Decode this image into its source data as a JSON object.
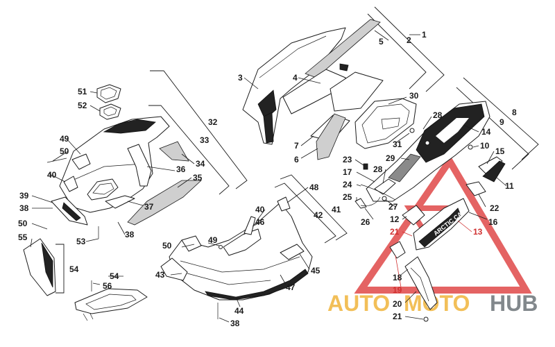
{
  "watermark": {
    "text_a": "AUTO",
    "text_b": "MOTO",
    "text_c": "HUB",
    "color_a": "#f0b43c",
    "color_b": "#f0b43c",
    "color_c": "#6d7478",
    "triangle_color": "#e04848"
  },
  "callouts": {
    "c1": "1",
    "c2": "2",
    "c3": "3",
    "c4": "4",
    "c5": "5",
    "c6": "6",
    "c7": "7",
    "c8": "8",
    "c9": "9",
    "c10": "10",
    "c11": "11",
    "c12": "12",
    "c13": "13",
    "c14": "14",
    "c15": "15",
    "c16": "16",
    "c17": "17",
    "c18": "18",
    "c19": "19",
    "c20": "20",
    "c21a": "21",
    "c21b": "21",
    "c22": "22",
    "c23": "23",
    "c24": "24",
    "c25": "25",
    "c26": "26",
    "c27": "27",
    "c28a": "28",
    "c28b": "28",
    "c29": "29",
    "c30": "30",
    "c31": "31",
    "c32": "32",
    "c33": "33",
    "c34": "34",
    "c35": "35",
    "c36": "36",
    "c37": "37",
    "c38a": "38",
    "c38b": "38",
    "c38c": "38",
    "c39": "39",
    "c40a": "40",
    "c40b": "40",
    "c41": "41",
    "c42": "42",
    "c43": "43",
    "c44": "44",
    "c45": "45",
    "c46": "46",
    "c47": "47",
    "c48": "48",
    "c49a": "49",
    "c49b": "49",
    "c50a": "50",
    "c50b": "50",
    "c50c": "50",
    "c51": "51",
    "c52": "52",
    "c53": "53",
    "c54a": "54",
    "c54b": "54",
    "c55": "55",
    "c56": "56"
  },
  "decal_text": "ARCTIC CAT"
}
